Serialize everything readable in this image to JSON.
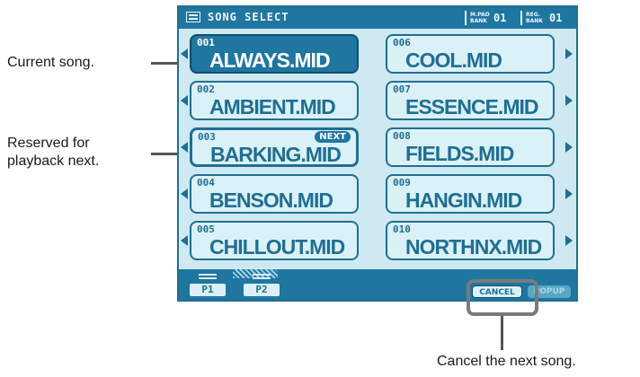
{
  "header": {
    "title": "SONG SELECT",
    "mpad_label": "M.PAD BANK",
    "mpad_value": "01",
    "reg_label": "REG. BANK",
    "reg_value": "01"
  },
  "songs": [
    {
      "no": "001",
      "name": "ALWAYS.MID"
    },
    {
      "no": "002",
      "name": "AMBIENT.MID"
    },
    {
      "no": "003",
      "name": "BARKING.MID"
    },
    {
      "no": "004",
      "name": "BENSON.MID"
    },
    {
      "no": "005",
      "name": "CHILLOUT.MID"
    },
    {
      "no": "006",
      "name": "COOL.MID"
    },
    {
      "no": "007",
      "name": "ESSENCE.MID"
    },
    {
      "no": "008",
      "name": "FIELDS.MID"
    },
    {
      "no": "009",
      "name": "HANGIN.MID"
    },
    {
      "no": "010",
      "name": "NORTHNX.MID"
    }
  ],
  "next_badge": "NEXT",
  "pages": [
    "P1",
    "P2"
  ],
  "buttons": {
    "cancel": "CANCEL",
    "popup": "POPUP"
  },
  "callouts": {
    "current": "Current song.",
    "reserved": "Reserved for\nplayback next.",
    "cancel": "Cancel the next song."
  },
  "colors": {
    "accent": "#1f76a0",
    "screen_bg": "#cfe9f2"
  }
}
